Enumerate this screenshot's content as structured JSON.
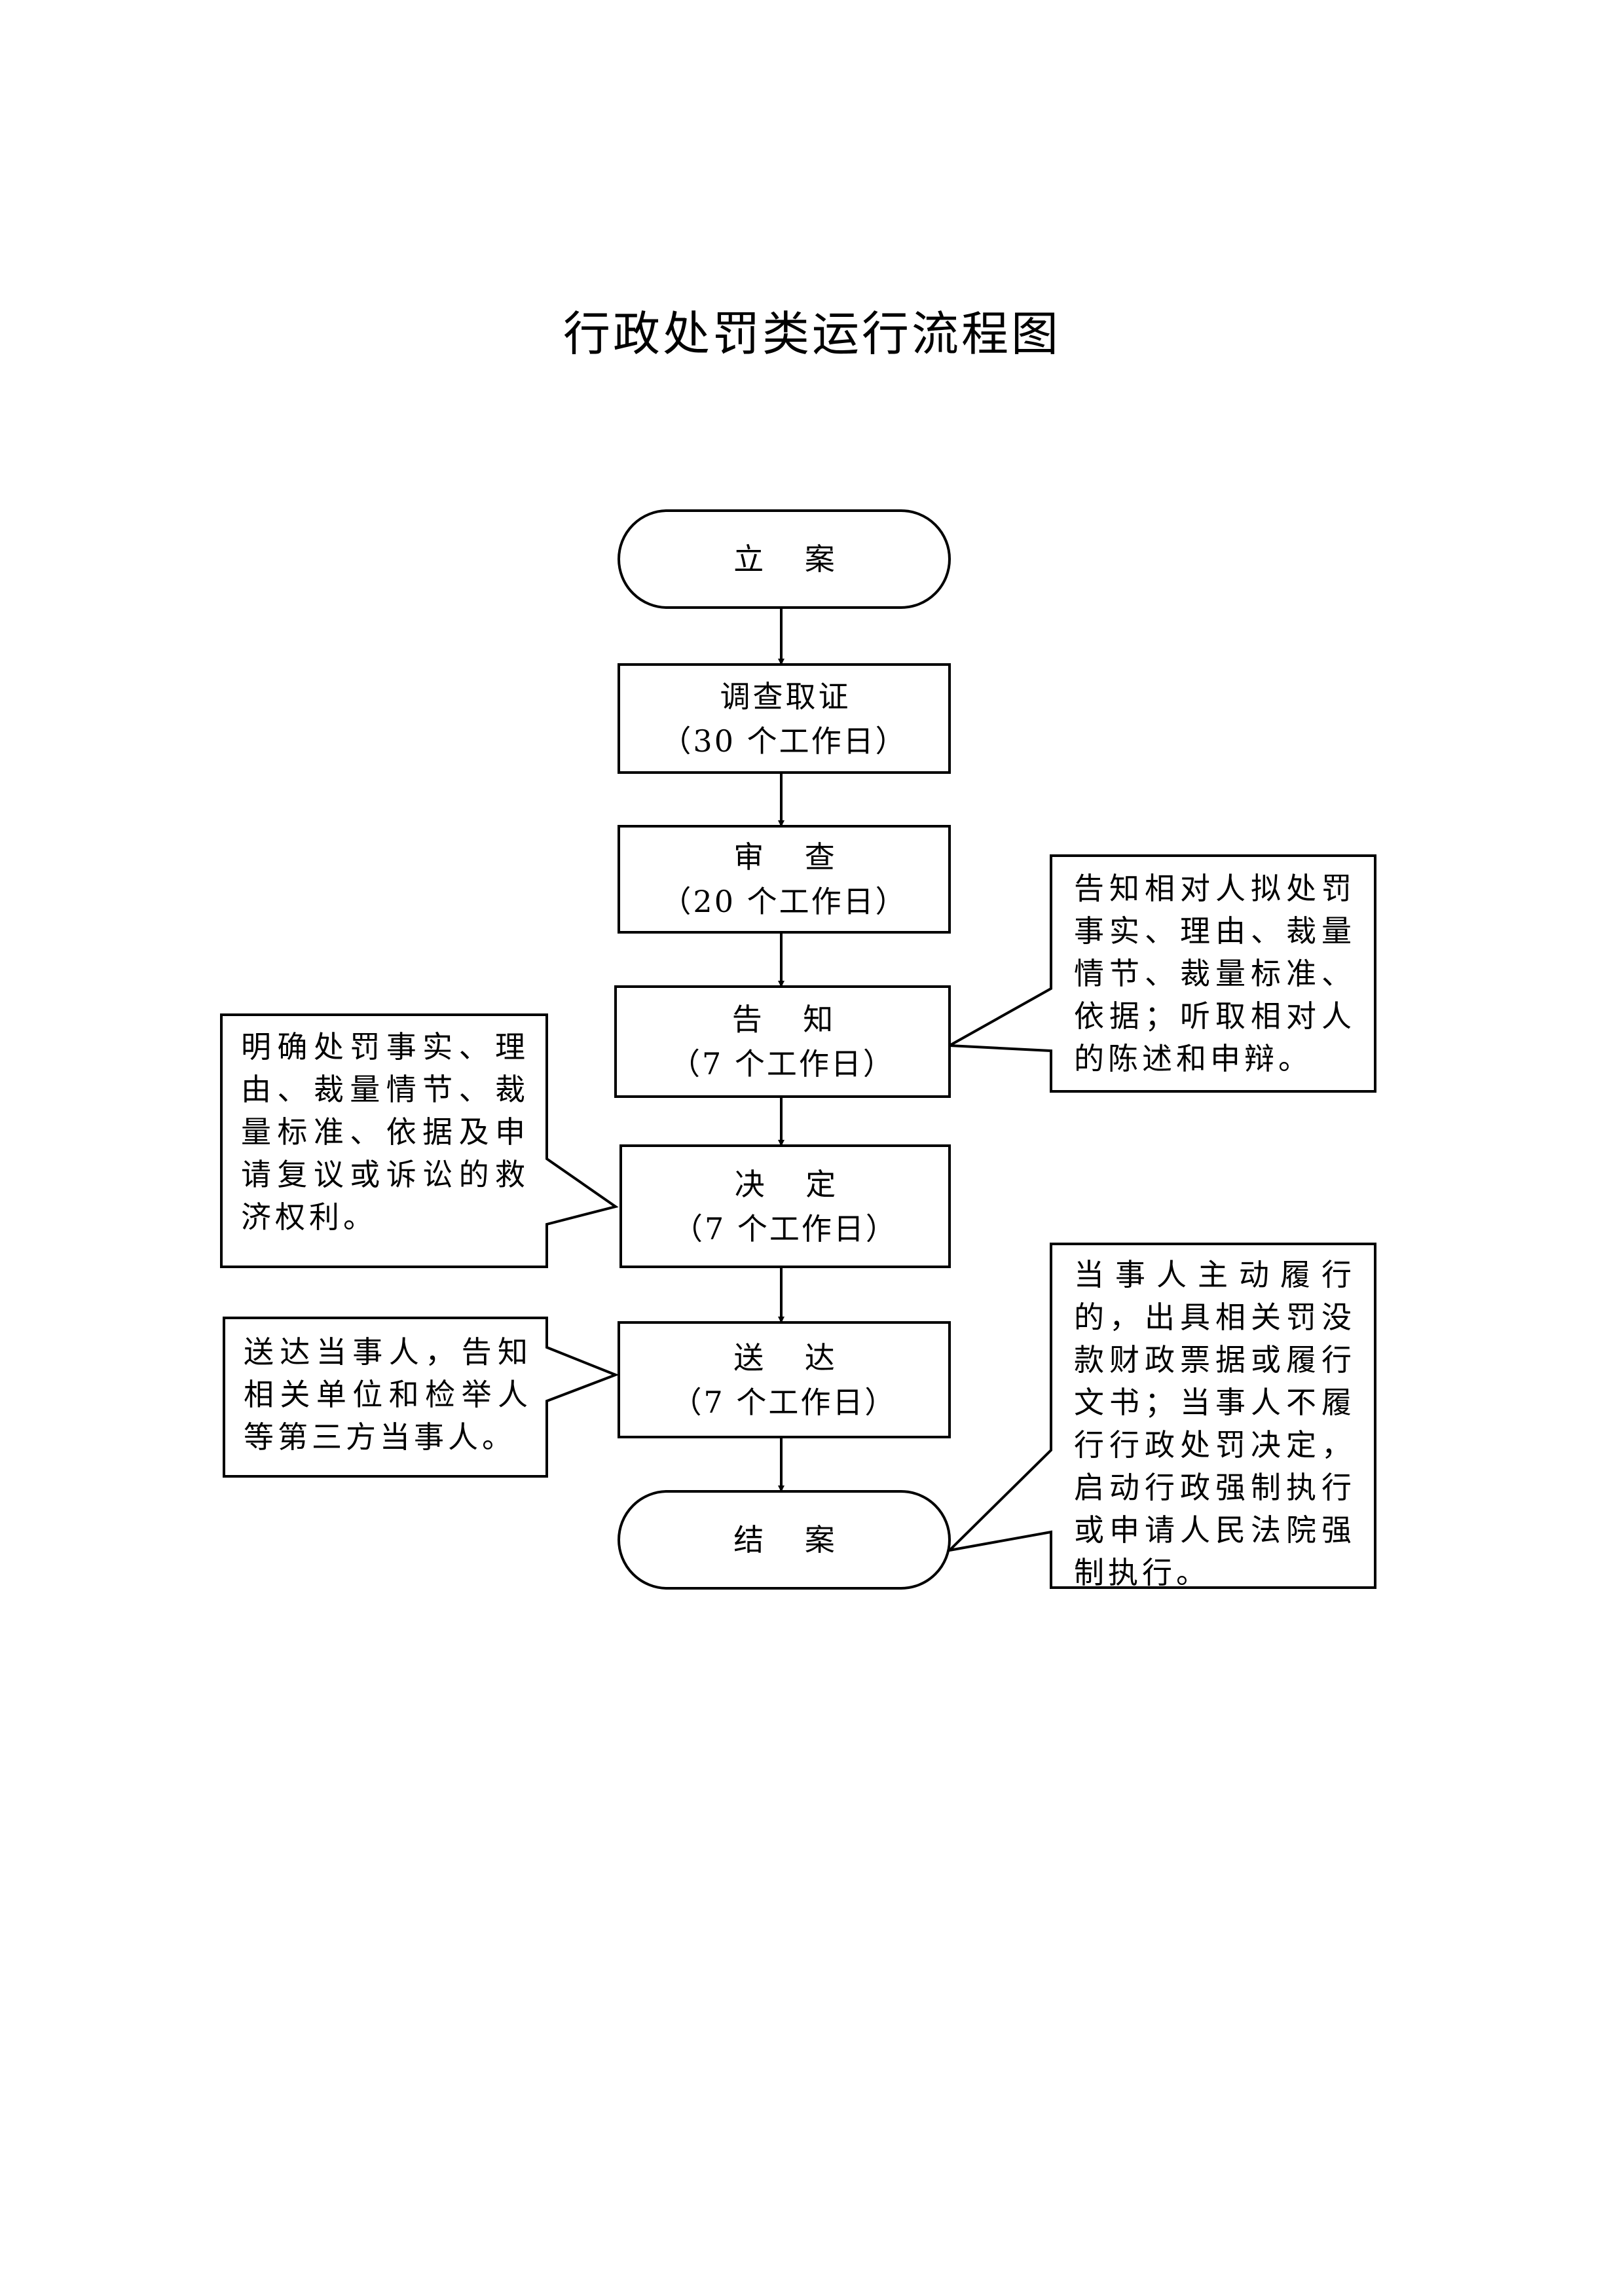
{
  "title": "行政处罚类运行流程图",
  "nodes": [
    {
      "id": "filing",
      "shape": "terminal",
      "label": "立 案",
      "sub": ""
    },
    {
      "id": "investigation",
      "shape": "process",
      "label": "调查取证",
      "sub": "（30 个工作日）"
    },
    {
      "id": "review",
      "shape": "process",
      "label": "审 查",
      "sub": "（20 个工作日）"
    },
    {
      "id": "notice",
      "shape": "process",
      "label": "告 知",
      "sub": "（7 个工作日）"
    },
    {
      "id": "decision",
      "shape": "process",
      "label": "决 定",
      "sub": "（7 个工作日）"
    },
    {
      "id": "delivery",
      "shape": "process",
      "label": "送 达",
      "sub": "（7 个工作日）"
    },
    {
      "id": "closing",
      "shape": "terminal",
      "label": "结 案",
      "sub": ""
    }
  ],
  "edges": [
    {
      "from": "filing",
      "to": "investigation"
    },
    {
      "from": "investigation",
      "to": "review"
    },
    {
      "from": "review",
      "to": "notice"
    },
    {
      "from": "notice",
      "to": "decision"
    },
    {
      "from": "decision",
      "to": "delivery"
    },
    {
      "from": "delivery",
      "to": "closing"
    }
  ],
  "callouts": [
    {
      "attached_to": "notice",
      "side": "right",
      "text": "告知相对人拟处罚事实、理由、裁量情节、裁量标准、依据；听取相对人的陈述和申辩。"
    },
    {
      "attached_to": "decision",
      "side": "left",
      "text": "明确处罚事实、理由、裁量情节、裁量标准、依据及申请复议或诉讼的救济权利。"
    },
    {
      "attached_to": "delivery",
      "side": "left",
      "text": "送达当事人，告知相关单位和检举人等第三方当事人。"
    },
    {
      "attached_to": "closing",
      "side": "right",
      "text": "当事人主动履行的，出具相关罚没款财政票据或履行文书；当事人不履行行政处罚决定，启动行政强制执行或申请人民法院强制执行。"
    }
  ]
}
